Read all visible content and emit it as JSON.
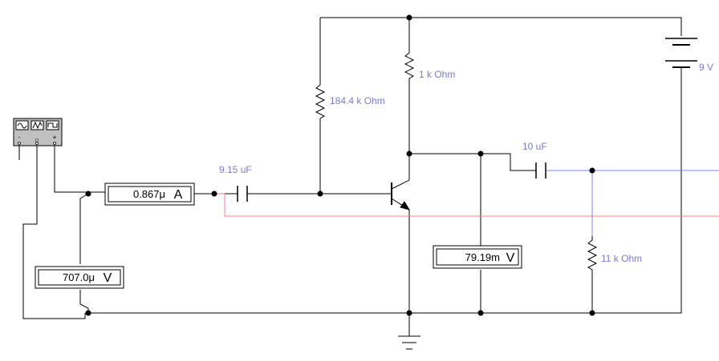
{
  "colors": {
    "wire": "#000000",
    "label": "#7a7ad6",
    "signal_wire": "#8080ff",
    "probe_wire": "#ff8080",
    "instrument_body": "#c0c0c0"
  },
  "components": {
    "battery_label": "9 V",
    "collector_resistor_label": "1 k Ohm",
    "base_resistor_label": "184.4 k Ohm",
    "input_capacitor_label": "9.15 uF",
    "output_capacitor_label": "10 uF",
    "load_resistor_label": "11 k Ohm"
  },
  "meters": {
    "ammeter_value": "0.867μ",
    "ammeter_unit": "A",
    "input_voltmeter_value": "707.0μ",
    "input_voltmeter_unit": "V",
    "output_voltmeter_value": "79.19m",
    "output_voltmeter_unit": "V"
  },
  "instruments": {
    "generator_icons": [
      "sine-wave-icon",
      "triangle-wave-icon",
      "square-wave-icon"
    ],
    "generator_terminals": [
      "-",
      "○",
      "+"
    ]
  }
}
